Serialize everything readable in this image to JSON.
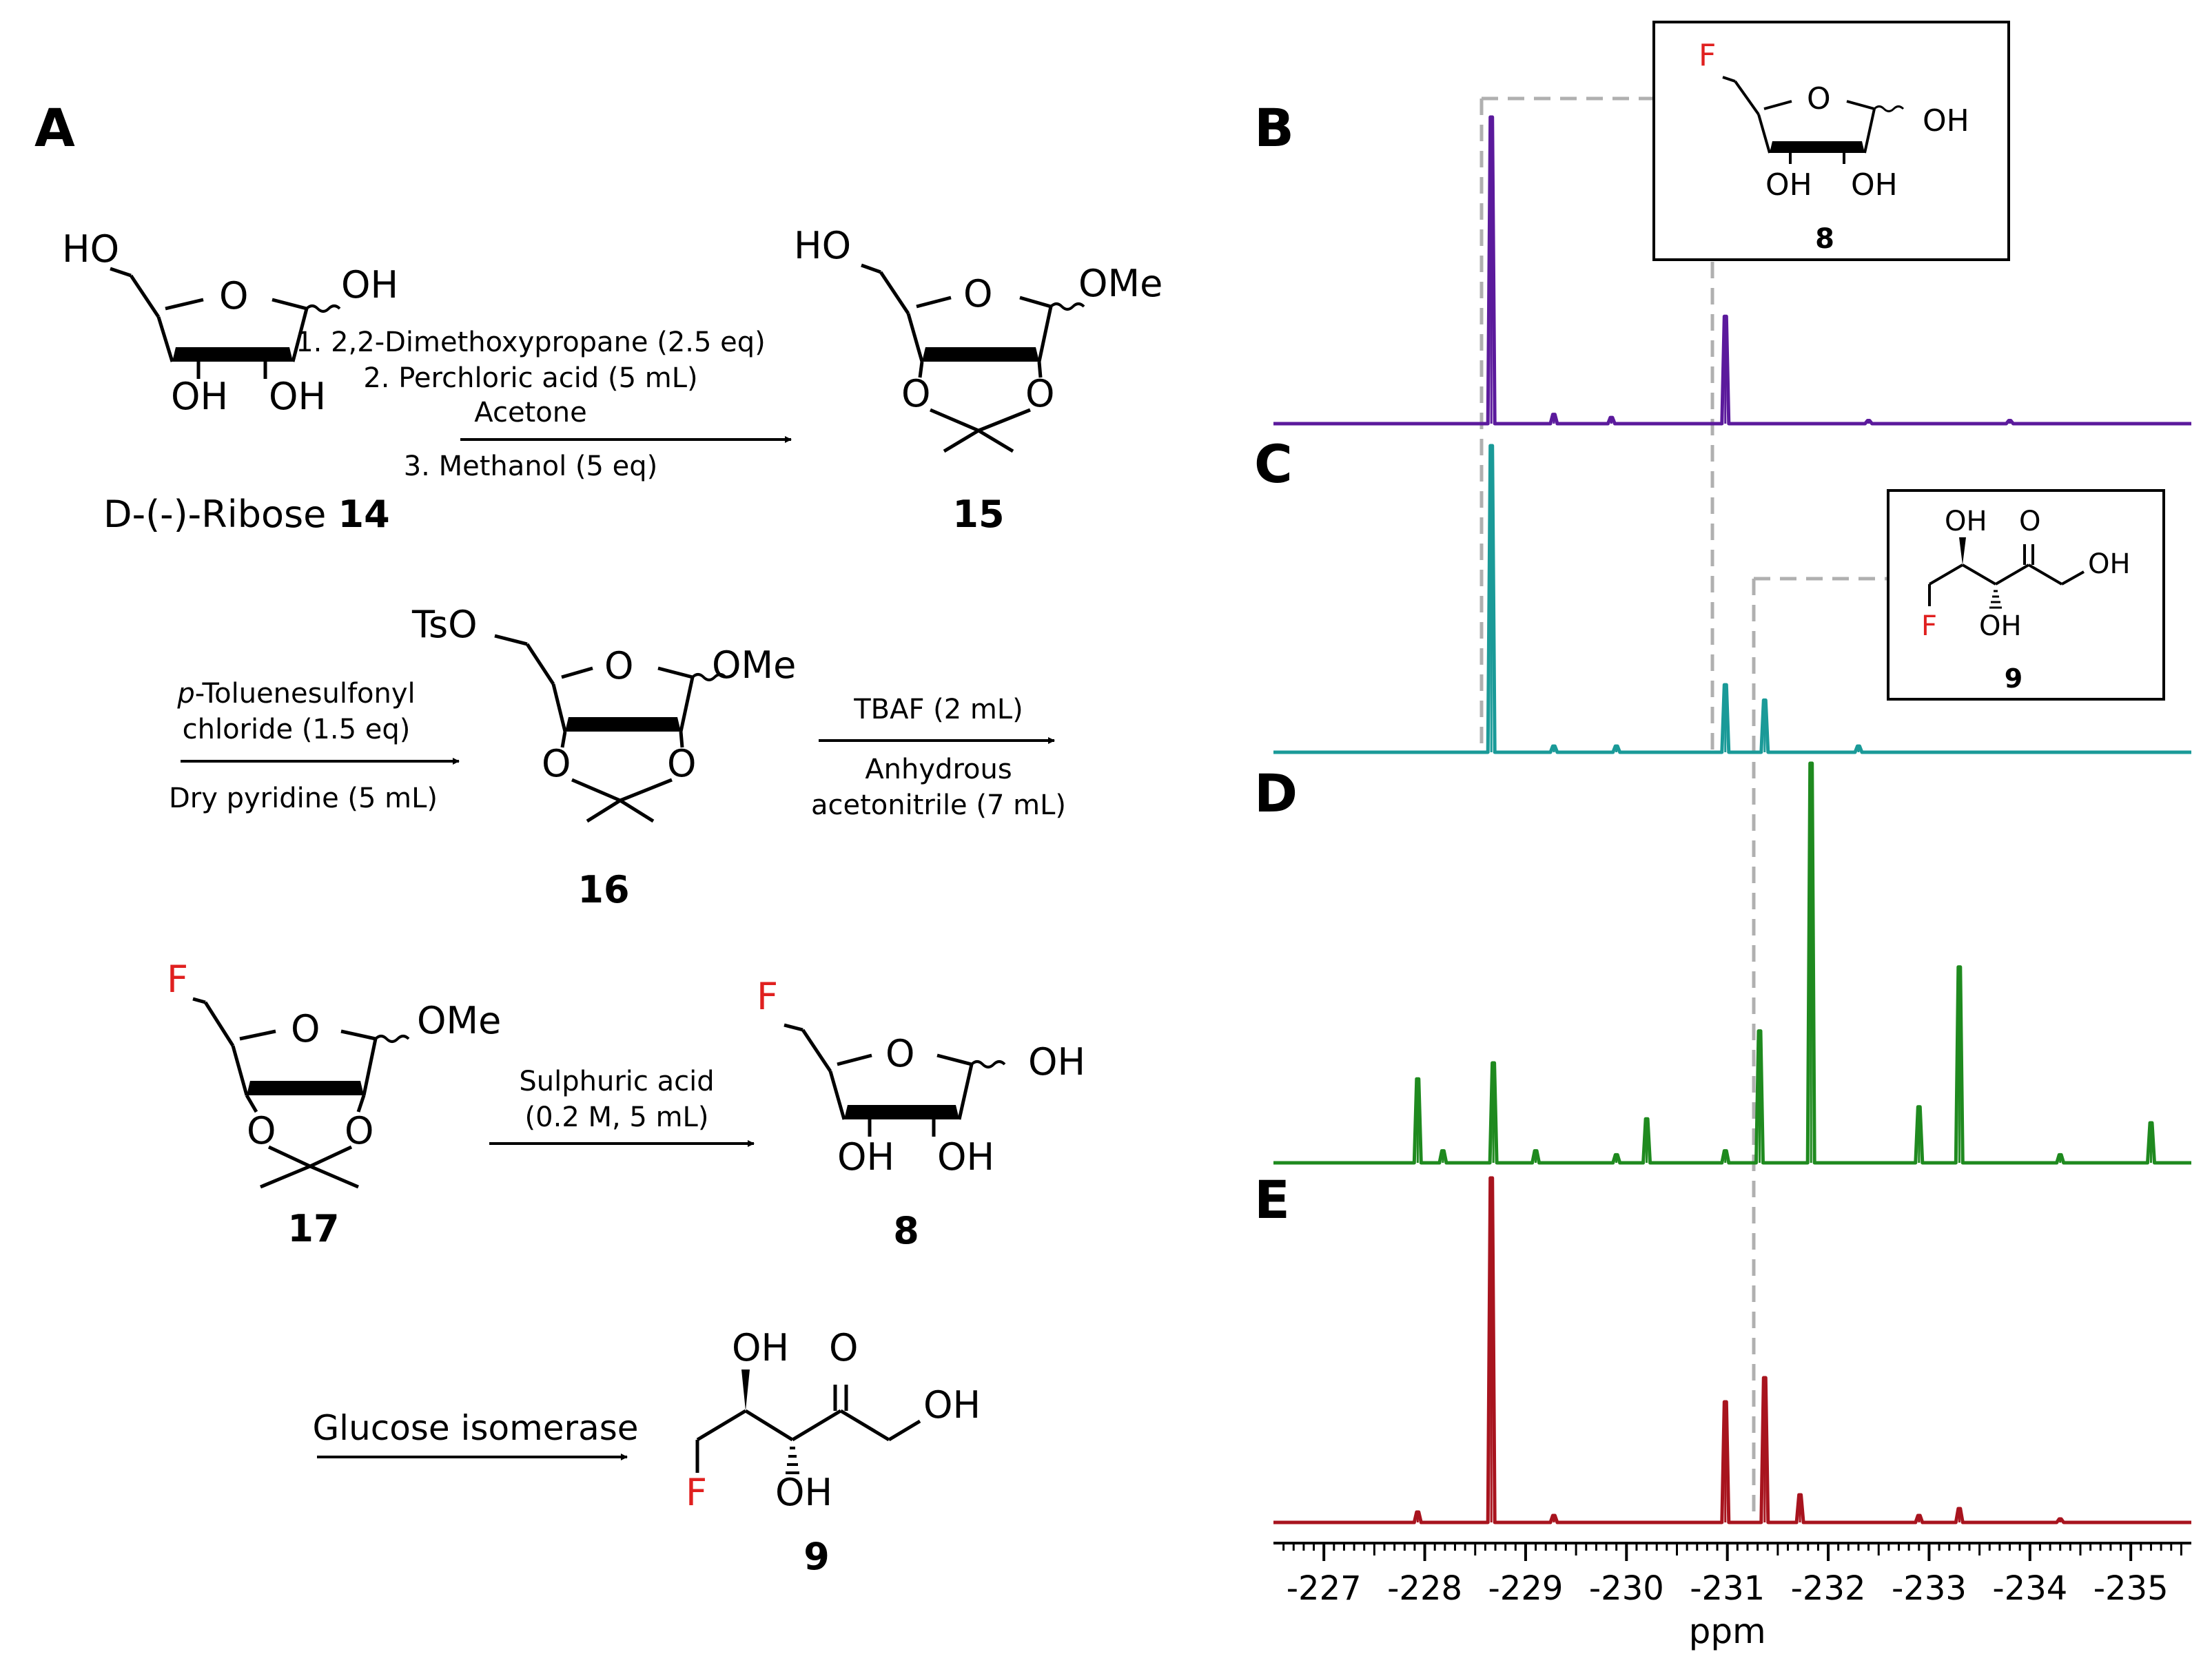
{
  "panels": {
    "A": "A",
    "B": "B",
    "C": "C",
    "D": "D",
    "E": "E"
  },
  "atoms": {
    "HO": "HO",
    "OH": "OH",
    "O": "O",
    "OMe": "OMe",
    "TsO": "TsO",
    "F": "F"
  },
  "compounds": {
    "ribose": {
      "name": "D-(-)-Ribose ",
      "number": "14"
    },
    "c15": "15",
    "c16": "16",
    "c17": "17",
    "c8": "8",
    "c9": "9"
  },
  "reactions": {
    "step1": [
      "1. 2,2-Dimethoxypropane (2.5 eq)",
      "2. Perchloric acid (5 mL)",
      "Acetone",
      "3. Methanol (5 eq)"
    ],
    "step2": {
      "italic_prefix": "p",
      "line1_rest": "-Toluenesulfonyl",
      "line2": "chloride (1.5 eq)",
      "below": "Dry pyridine (5 mL)"
    },
    "step3": {
      "above": "TBAF (2 mL)",
      "below": [
        "Anhydrous",
        "acetonitrile (7 mL)"
      ]
    },
    "step4": [
      "Sulphuric acid",
      "(0.2 M, 5 mL)"
    ],
    "step5": "Glucose isomerase"
  },
  "colors": {
    "B": "#5b1a9c",
    "C": "#1a9a98",
    "D": "#1f8a1f",
    "E": "#a8141e",
    "fluorine": "#e0201f",
    "guide": "#b0b0b0"
  },
  "chart_data": {
    "type": "line",
    "xlabel": "ppm",
    "xlim": [
      -226.5,
      -235.6
    ],
    "xticks": [
      "-227",
      "-228",
      "-229",
      "-230",
      "-231",
      "-232",
      "-233",
      "-234",
      "-235"
    ],
    "series": [
      {
        "name": "B",
        "peaks": [
          [
            -228.66,
            1.0
          ],
          [
            -229.28,
            0.03
          ],
          [
            -229.85,
            0.02
          ],
          [
            -230.98,
            0.35
          ],
          [
            -232.4,
            0.01
          ],
          [
            -233.8,
            0.01
          ]
        ]
      },
      {
        "name": "C",
        "peaks": [
          [
            -228.66,
            1.0
          ],
          [
            -229.28,
            0.02
          ],
          [
            -229.9,
            0.02
          ],
          [
            -230.98,
            0.22
          ],
          [
            -231.37,
            0.17
          ],
          [
            -232.3,
            0.02
          ]
        ]
      },
      {
        "name": "D",
        "peaks": [
          [
            -227.93,
            0.21
          ],
          [
            -228.18,
            0.03
          ],
          [
            -228.68,
            0.25
          ],
          [
            -229.1,
            0.03
          ],
          [
            -229.9,
            0.02
          ],
          [
            -230.2,
            0.11
          ],
          [
            -230.98,
            0.03
          ],
          [
            -231.32,
            0.33
          ],
          [
            -231.83,
            1.0
          ],
          [
            -232.9,
            0.14
          ],
          [
            -233.3,
            0.49
          ],
          [
            -234.3,
            0.02
          ],
          [
            -235.2,
            0.1
          ]
        ]
      },
      {
        "name": "E",
        "peaks": [
          [
            -227.93,
            0.03
          ],
          [
            -228.66,
            1.0
          ],
          [
            -229.28,
            0.02
          ],
          [
            -230.98,
            0.35
          ],
          [
            -231.37,
            0.42
          ],
          [
            -231.72,
            0.08
          ],
          [
            -232.9,
            0.02
          ],
          [
            -233.3,
            0.04
          ],
          [
            -234.3,
            0.01
          ]
        ]
      }
    ]
  }
}
